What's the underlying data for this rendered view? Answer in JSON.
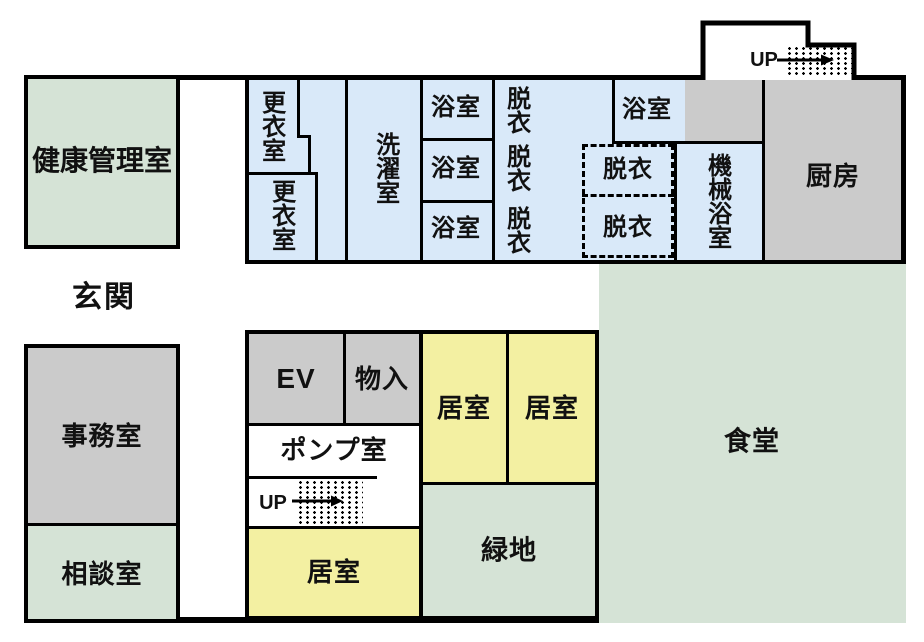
{
  "diagram_title": "building-floor-plan",
  "colors": {
    "wall": "#000000",
    "room_green": "#d5e3d6",
    "room_blue": "#d9e9f9",
    "room_gray": "#cbcbcb",
    "room_yellow": "#f3f0a2",
    "background": "#ffffff"
  },
  "rooms": {
    "health_management": "健康管理室",
    "entrance": "玄関",
    "changing_room_upper": "更衣室",
    "changing_room_lower": "更衣室",
    "laundry_room": "洗濯室",
    "bathroom_1": "浴室",
    "bathroom_2": "浴室",
    "bathroom_3": "浴室",
    "bathroom_top": "浴室",
    "undressing_1": "脱衣",
    "undressing_2": "脱衣",
    "undressing_3": "脱衣",
    "undressing_dashed_1": "脱衣",
    "undressing_dashed_2": "脱衣",
    "machine_bathroom": "機械浴室",
    "kitchen": "厨房",
    "office": "事務室",
    "consultation_room": "相談室",
    "elevator": "EV",
    "storage": "物入",
    "pump_room": "ポンプ室",
    "living_room_1": "居室",
    "living_room_2": "居室",
    "living_room_3": "居室",
    "dining_hall": "食堂",
    "green_space": "緑地"
  },
  "stairs": {
    "up_top_right": "UP",
    "up_middle": "UP"
  }
}
